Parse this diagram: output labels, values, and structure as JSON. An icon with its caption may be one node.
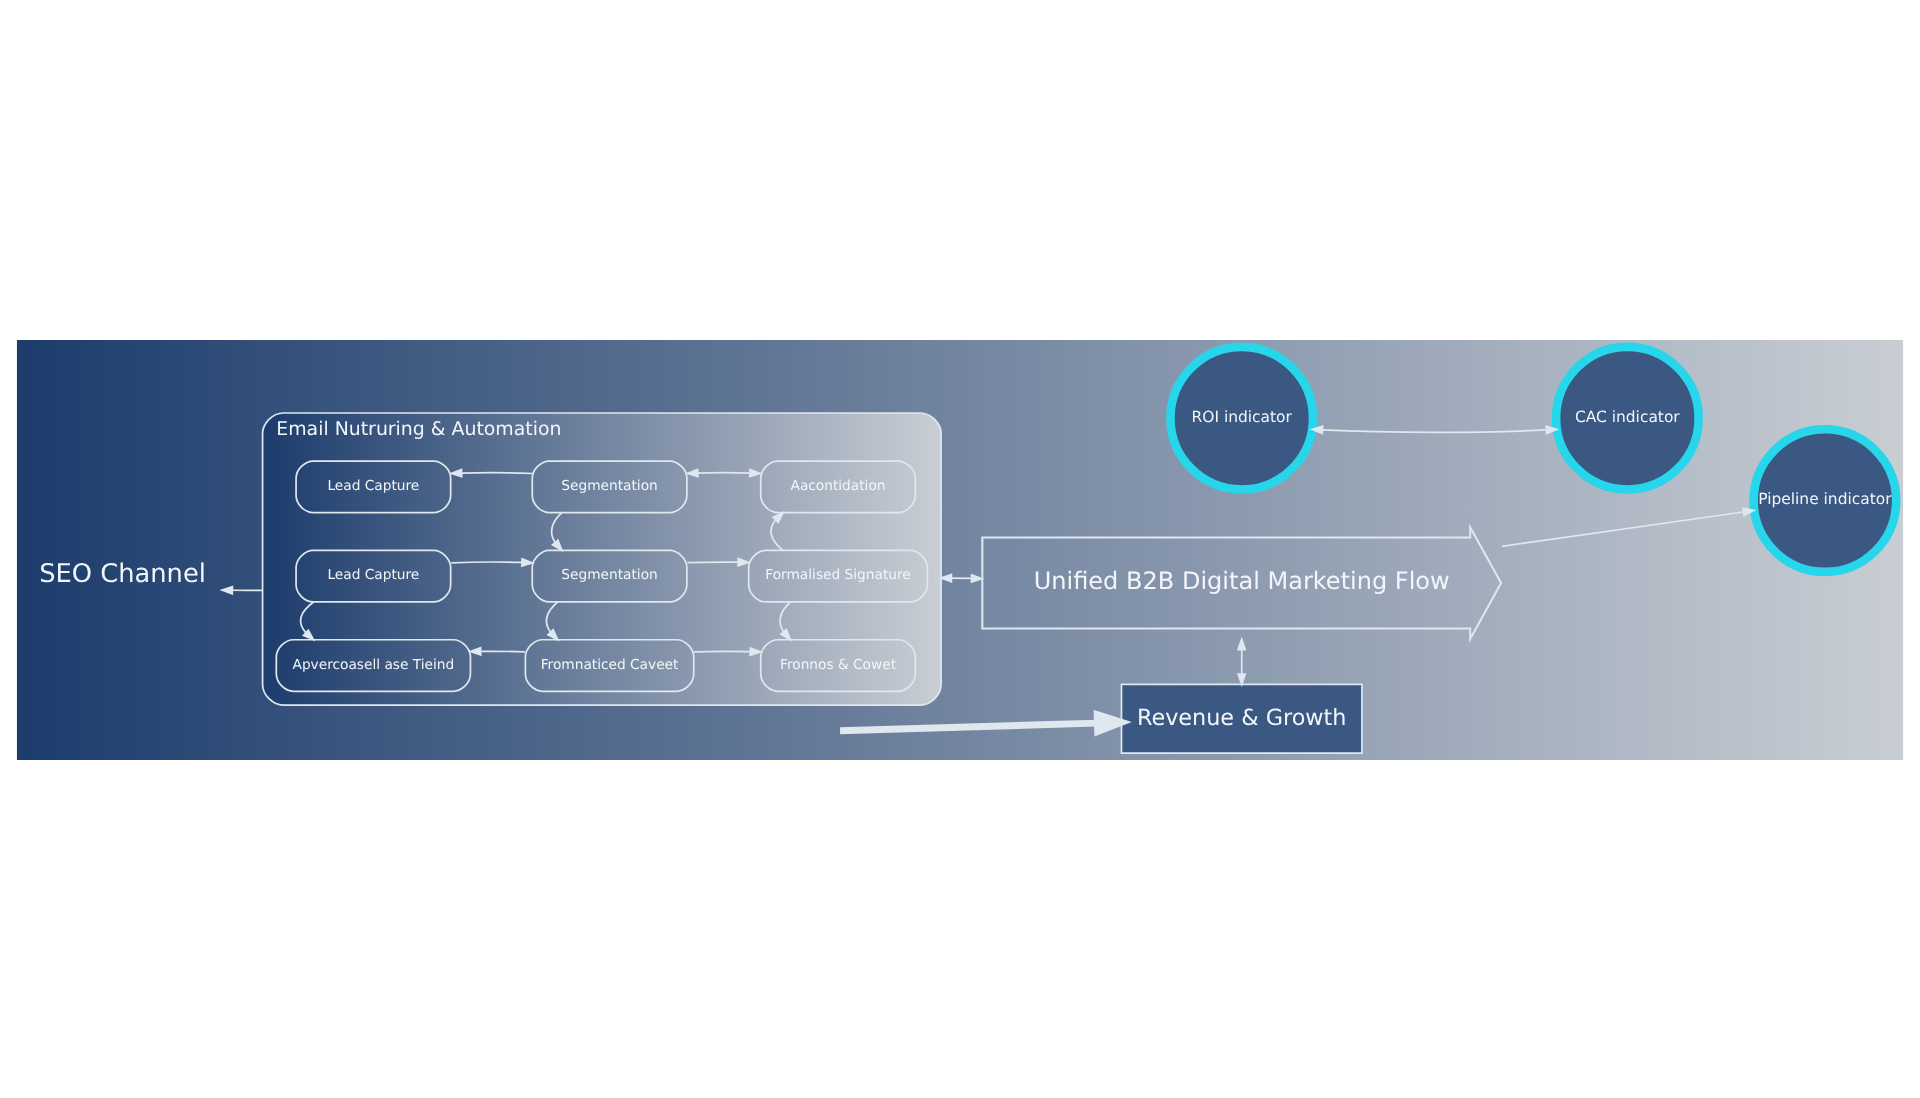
{
  "diagram": {
    "nodes": [
      {
        "text": [
          "SEO Channel"
        ]
      },
      {
        "text": [
          "Email Nutruring & Automation"
        ]
      },
      {
        "text": [
          "Lead Capture"
        ],
        "in": 1
      },
      {
        "text": [
          "Segmentation"
        ],
        "in": 1
      },
      {
        "text": [
          "Aacontidation"
        ],
        "in": 1
      },
      {
        "text": [
          "Lead Capture"
        ],
        "in": 1
      },
      {
        "text": [
          "Segmentation"
        ],
        "in": 1
      },
      {
        "text": [
          "Formalised Signature"
        ],
        "in": 1
      },
      {
        "text": [
          "Apvercoasell ase Tieind"
        ],
        "in": 1
      },
      {
        "text": [
          "Fromnaticed Caveet"
        ],
        "in": 1
      },
      {
        "text": [
          "Fronnos & Cowet"
        ],
        "in": 1
      },
      {
        "text": [
          "Unified B2B Digital Marketing Flow"
        ]
      },
      {
        "text": [
          "ROI indicator"
        ]
      },
      {
        "text": [
          "CAC indicator"
        ]
      },
      {
        "text": [
          "Pipeline indicator"
        ]
      },
      {
        "text": [
          "Revenue & Growth"
        ]
      }
    ],
    "edges": [
      {
        "from": 1,
        "to": 0,
        "arrow": "to"
      },
      {
        "from": 3,
        "to": 2,
        "arrow": "to"
      },
      {
        "from": 3,
        "to": 4,
        "arrow": "both"
      },
      {
        "from": 3,
        "to": 6,
        "arrow": "to"
      },
      {
        "from": 7,
        "to": 4,
        "arrow": "to"
      },
      {
        "from": 5,
        "to": 6,
        "arrow": "to"
      },
      {
        "from": 6,
        "to": 7,
        "arrow": "to"
      },
      {
        "from": 5,
        "to": 8,
        "arrow": "to"
      },
      {
        "from": 6,
        "to": 9,
        "arrow": "to"
      },
      {
        "from": 7,
        "to": 10,
        "arrow": "to"
      },
      {
        "from": 9,
        "to": 8,
        "arrow": "to"
      },
      {
        "from": 9,
        "to": 10,
        "arrow": "to"
      },
      {
        "from": 1,
        "to": 11,
        "arrow": "both"
      },
      {
        "from": 12,
        "to": 13,
        "arrow": "both"
      },
      {
        "from": 11,
        "to": 14,
        "arrow": "to"
      },
      {
        "from": 11,
        "to": 15,
        "arrow": "both"
      },
      {
        "from": null,
        "to": 15,
        "arrow": "to",
        "style": "thick"
      }
    ]
  }
}
